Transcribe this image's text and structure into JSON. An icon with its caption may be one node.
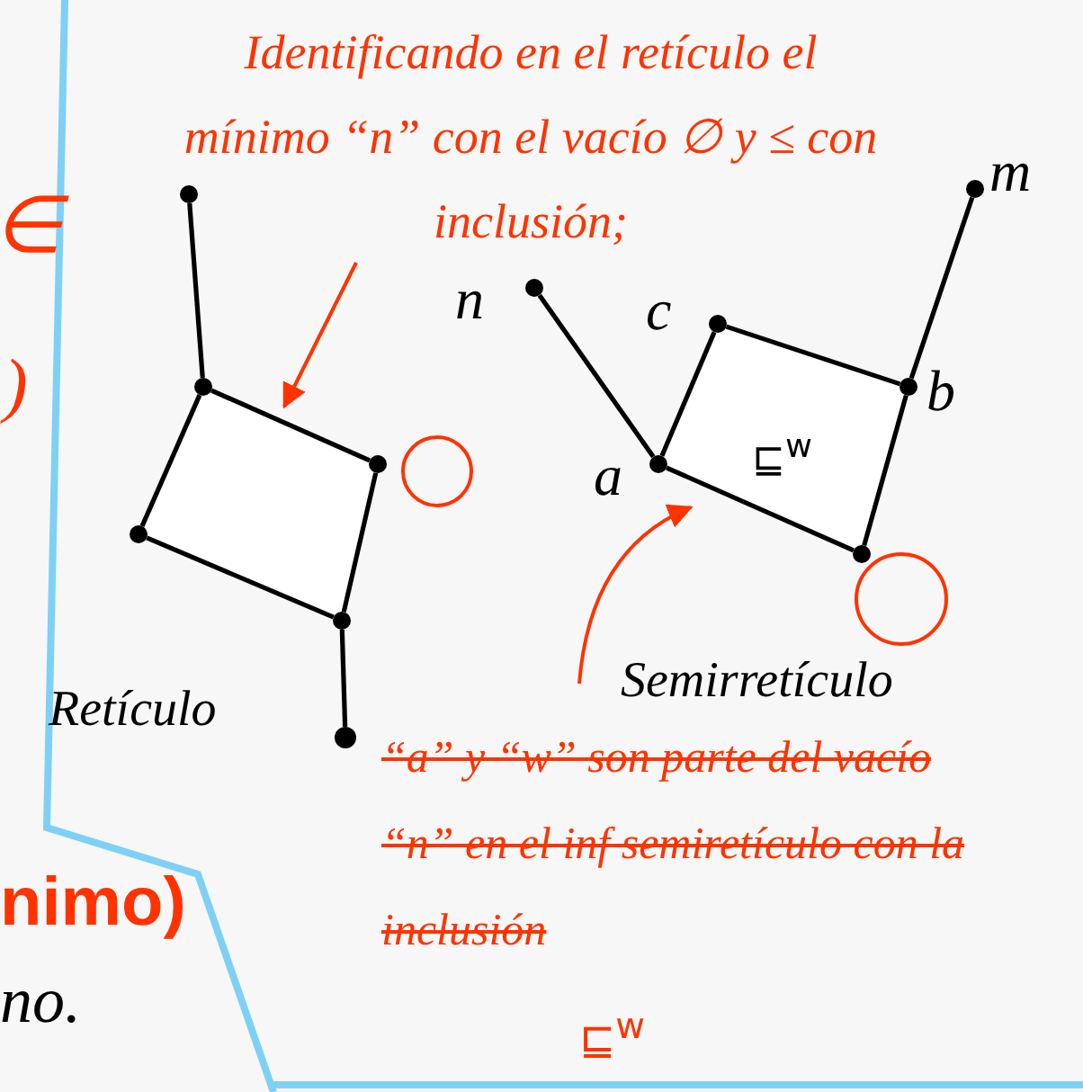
{
  "diagram": {
    "nodes": [
      {
        "text": [
          "Identificando en el retículo el mínimo “n” con el vacío ∅ y ≤ con inclusión;"
        ]
      },
      {
        "text": [],
        "shape": "circle"
      },
      {
        "text": [],
        "shape": "circle"
      },
      {
        "text": [],
        "shape": "circle"
      },
      {
        "text": [],
        "shape": "circle"
      },
      {
        "text": [],
        "shape": "circle"
      },
      {
        "text": [],
        "shape": "circle"
      },
      {
        "text": [],
        "shape": "circle"
      },
      {
        "text": [],
        "shape": "circle",
        "beside": [
          "n"
        ]
      },
      {
        "text": [],
        "shape": "circle",
        "beside": [
          "a"
        ]
      },
      {
        "text": [],
        "shape": "circle",
        "beside": [
          "c"
        ]
      },
      {
        "text": [],
        "shape": "circle",
        "beside": [
          "b"
        ]
      },
      {
        "text": [],
        "shape": "circle",
        "beside": [
          "m"
        ]
      },
      {
        "text": [],
        "shape": "circle"
      },
      {
        "text": [],
        "shape": "circle"
      }
    ],
    "edges": [
      {
        "from": 0,
        "to": null,
        "arrow": "to",
        "color": "#ff3300"
      },
      {
        "from": 1,
        "to": 2,
        "arrow": "none"
      },
      {
        "from": 2,
        "to": 3,
        "arrow": "none"
      },
      {
        "from": 2,
        "to": 4,
        "arrow": "none"
      },
      {
        "from": 3,
        "to": 5,
        "arrow": "none"
      },
      {
        "from": 4,
        "to": 5,
        "arrow": "none"
      },
      {
        "from": 5,
        "to": 6,
        "arrow": "none"
      },
      {
        "from": 8,
        "to": 9,
        "arrow": "none"
      },
      {
        "from": 9,
        "to": 10,
        "arrow": "none"
      },
      {
        "from": 10,
        "to": 11,
        "arrow": "none"
      },
      {
        "from": 11,
        "to": 12,
        "arrow": "none"
      },
      {
        "from": 9,
        "to": 13,
        "arrow": "none"
      },
      {
        "from": 13,
        "to": 11,
        "arrow": "none"
      },
      {
        "from": null,
        "to": 9,
        "arrow": "to",
        "color": "#ff3300"
      }
    ],
    "labels": [
      "∈",
      ")",
      "⊑$^{w}$",
      "Semirretículo",
      "Retículo",
      "“a” y “w” son parte del vacío “n” en el inf semiretículo con la inclusión",
      "nimo)",
      "⊑$^{w}$",
      "no."
    ]
  }
}
